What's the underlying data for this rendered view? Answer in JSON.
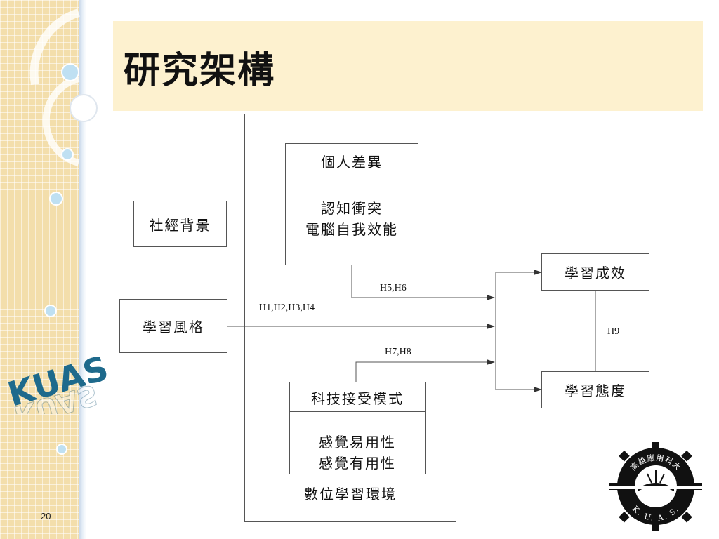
{
  "slide": {
    "title": "研究架構",
    "page_number": "20",
    "logo_text": "KUAS"
  },
  "diagram": {
    "environment_label": "數位學習環境",
    "socio_background": "社經背景",
    "learning_style": "學習風格",
    "individual_differences": {
      "header": "個人差異",
      "lines": [
        "認知衝突",
        "電腦自我效能"
      ]
    },
    "tam": {
      "header": "科技接受模式",
      "lines": [
        "感覺易用性",
        "感覺有用性"
      ]
    },
    "outcome_effect": "學習成效",
    "outcome_attitude": "學習態度",
    "hypotheses": {
      "h1_4": "H1,H2,H3,H4",
      "h5_6": "H5,H6",
      "h7_8": "H7,H8",
      "h9": "H9"
    }
  },
  "seal": {
    "top_text": "高雄應用科大",
    "bottom_text": "K. U. A. S."
  },
  "colors": {
    "strip": "#f3deab",
    "title_bar": "#fdf1cf",
    "line": "#555555"
  }
}
